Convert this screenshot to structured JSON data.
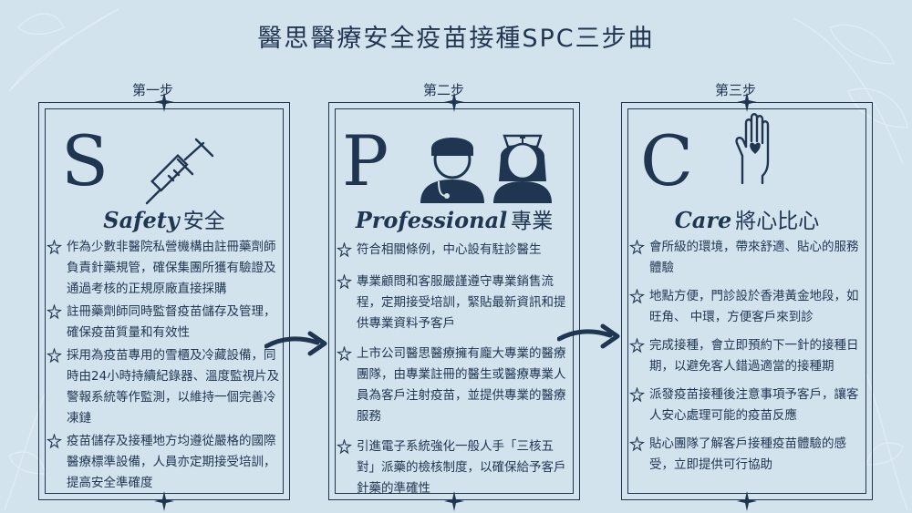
{
  "title": "醫思醫療安全疫苗接種SPC三步曲",
  "steps": [
    {
      "label": "第一步",
      "letter": "S",
      "heading_en": "Safety",
      "heading_zh": "安全",
      "items": [
        "作為少數非醫院私營機構由註冊藥劑師負責針藥規管，確保集團所獲有驗證及通過考核的正規原廠直接採購",
        "註冊藥劑師同時監督疫苗儲存及管理，確保疫苗質量和有效性",
        "採用為疫苗專用的雪櫃及冷藏設備，同時由24小時持續紀錄器、溫度監視片及警報系統等作監測，以維持一個完善冷凍鏈",
        "疫苗儲存及接種地方均遵從嚴格的國際醫療標準設備，人員亦定期接受培訓，提高安全準確度"
      ]
    },
    {
      "label": "第二步",
      "letter": "P",
      "heading_en": "Professional",
      "heading_zh": "專業",
      "items": [
        "符合相關條例，中心設有駐診醫生",
        "專業顧問和客服嚴謹遵守專業銷售流程，定期接受培訓，緊貼最新資訊和提供專業資料予客戶",
        "上市公司醫思醫療擁有龐大專業的醫療團隊，由專業註冊的醫生或醫療專業人員為客戶注射疫苗，並提供專業的醫療服務",
        "引進電子系統強化一般人手「三核五對」派藥的檢核制度，以確保給予客戶針藥的準確性"
      ]
    },
    {
      "label": "第三步",
      "letter": "C",
      "heading_en": "Care",
      "heading_zh": "將心比心",
      "items": [
        "會所級的環境，帶來舒適、貼心的服務體驗",
        "地點方便，門診設於香港黃金地段，如旺角、 中環，方便客戶來到診",
        "完成接種，會立即預約下一針的接種日期，以避免客人錯過適當的接種期",
        "派發疫苗接種後注意事項予客戶，讓客人安心處理可能的疫苗反應",
        "貼心團隊了解客戶接種疫苗體驗的感受，立即提供可行協助"
      ]
    }
  ],
  "colors": {
    "navy": "#1f3550",
    "background": "#d3e3ee"
  }
}
